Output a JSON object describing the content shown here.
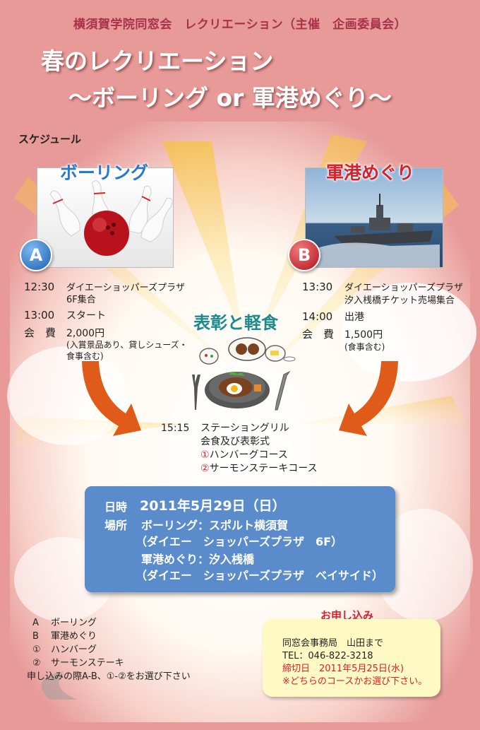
{
  "header": {
    "organizer": "横須賀学院同窓会　レクリエーション（主催　企画委員会）",
    "title_line1": "春のレクリエーション",
    "title_line2": "～ボーリング or 軍港めぐり～"
  },
  "schedule_label": "スケジュール",
  "course_a": {
    "badge": "A",
    "title": "ボーリング",
    "rows": [
      {
        "time": "12:30",
        "text": "ダイエーショッパーズプラザ",
        "text2": "6F集合"
      },
      {
        "time": "13:00",
        "text": "スタート"
      },
      {
        "time": "会　費",
        "text": "2,000円",
        "note1": "(入賞景品あり、貸しシューズ・",
        "note2": "食事含む)"
      }
    ]
  },
  "course_b": {
    "badge": "B",
    "title": "軍港めぐり",
    "rows": [
      {
        "time": "13:30",
        "text": "ダイエーショッパーズプラザ",
        "text2": "汐入桟橋チケット売場集合"
      },
      {
        "time": "14:00",
        "text": "出港"
      },
      {
        "time": "会　費",
        "text": "1,500円",
        "note1": "(食事含む)"
      }
    ]
  },
  "award": {
    "title": "表彰と軽食",
    "time": "15:15",
    "lines": [
      "ステーショングリル",
      "会食及び表彰式"
    ],
    "options": [
      {
        "num": "①",
        "text": "ハンバーグコース"
      },
      {
        "num": "②",
        "text": "サーモンステーキコース"
      }
    ]
  },
  "info": {
    "date_label": "日時",
    "date_value": "2011年5月29日（日）",
    "place_label": "場所",
    "place1": "ボーリング：スポルト横須賀",
    "place1_sub": "（ダイエー　ショッパーズプラザ　6F）",
    "place2": "軍港めぐり：汐入桟橋",
    "place2_sub": "（ダイエー　ショッパーズプラザ　ベイサイド）"
  },
  "legend": {
    "lines": [
      {
        "key": "A",
        "text": "ボーリング"
      },
      {
        "key": "B",
        "text": "軍港めぐり"
      },
      {
        "key": "①",
        "text": "ハンバーグ"
      },
      {
        "key": "②",
        "text": "サーモンステーキ"
      }
    ],
    "instruction": "申し込みの際A-B、①-②をお選び下さい"
  },
  "apply": {
    "title": "お申し込み",
    "office": "同窓会事務局　山田まで",
    "tel": "TEL：046-822-3218",
    "deadline": "締切日　2011年5月25日(水)",
    "notice": "※どちらのコースかお選び下さい。"
  },
  "colors": {
    "background": "#e79a98",
    "title_blue": "#2a78c8",
    "title_red": "#d8212b",
    "award_teal": "#1f8a8a",
    "info_box": "#5a8ccb",
    "arrow": "#e05a1a"
  }
}
